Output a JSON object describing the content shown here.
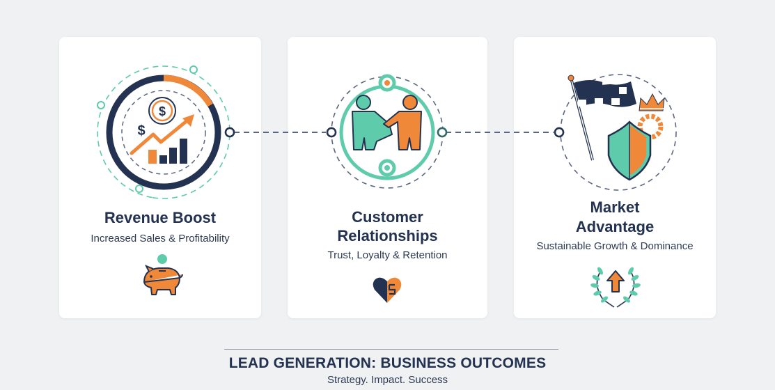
{
  "diagram": {
    "title": "LEAD GENERATION: BUSINESS OUTCOMES",
    "tagline": "Strategy. Impact. Success",
    "colors": {
      "navy": "#233250",
      "orange": "#f0883a",
      "teal": "#5ecbab",
      "background": "#f0f1f3",
      "card": "#ffffff"
    },
    "cards": [
      {
        "title": "Revenue Boost",
        "subtitle": "Increased Sales & Profitability",
        "main_icon": "revenue-growth-chart-icon",
        "badge_icon": "piggy-bank-icon"
      },
      {
        "title_line1": "Customer",
        "title_line2": "Relationships",
        "subtitle": "Trust, Loyalty & Retention",
        "main_icon": "handshake-icon",
        "badge_icon": "heart-icon"
      },
      {
        "title_line1": "Market",
        "title_line2": "Advantage",
        "subtitle": "Sustainable Growth & Dominance",
        "main_icon": "flag-shield-crown-icon",
        "badge_icon": "laurel-arrow-icon"
      }
    ],
    "connectors": [
      "revenue-to-relationships",
      "relationships-to-advantage"
    ]
  }
}
